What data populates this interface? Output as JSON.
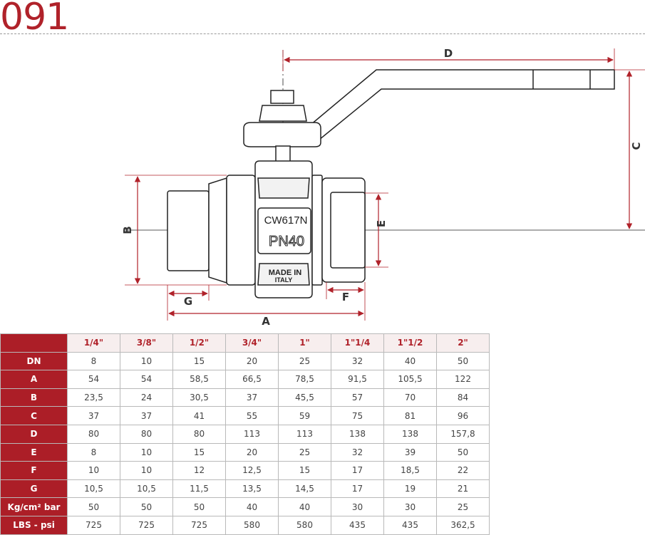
{
  "header": {
    "code": "091"
  },
  "drawing": {
    "material_mark": "CW617N",
    "pressure_mark": "PN40",
    "origin_mark_line1": "MADE IN",
    "origin_mark_line2": "ITALY",
    "dimension_labels": {
      "a": "A",
      "b": "B",
      "c": "C",
      "d": "D",
      "e": "E",
      "f": "F",
      "g": "G"
    },
    "colors": {
      "dimension": "#b0222a",
      "outline": "#222222",
      "accent": "#b0222a"
    }
  },
  "specs_table": {
    "columns": [
      "1/4\"",
      "3/8\"",
      "1/2\"",
      "3/4\"",
      "1\"",
      "1\"1/4",
      "1\"1/2",
      "2\""
    ],
    "rows": [
      {
        "label": "DN",
        "values": [
          "8",
          "10",
          "15",
          "20",
          "25",
          "32",
          "40",
          "50"
        ]
      },
      {
        "label": "A",
        "values": [
          "54",
          "54",
          "58,5",
          "66,5",
          "78,5",
          "91,5",
          "105,5",
          "122"
        ]
      },
      {
        "label": "B",
        "values": [
          "23,5",
          "24",
          "30,5",
          "37",
          "45,5",
          "57",
          "70",
          "84"
        ]
      },
      {
        "label": "C",
        "values": [
          "37",
          "37",
          "41",
          "55",
          "59",
          "75",
          "81",
          "96"
        ]
      },
      {
        "label": "D",
        "values": [
          "80",
          "80",
          "80",
          "113",
          "113",
          "138",
          "138",
          "157,8"
        ]
      },
      {
        "label": "E",
        "values": [
          "8",
          "10",
          "15",
          "20",
          "25",
          "32",
          "39",
          "50"
        ]
      },
      {
        "label": "F",
        "values": [
          "10",
          "10",
          "12",
          "12,5",
          "15",
          "17",
          "18,5",
          "22"
        ]
      },
      {
        "label": "G",
        "values": [
          "10,5",
          "10,5",
          "11,5",
          "13,5",
          "14,5",
          "17",
          "19",
          "21"
        ]
      },
      {
        "label": "Kg/cm² bar",
        "values": [
          "50",
          "50",
          "50",
          "40",
          "40",
          "30",
          "30",
          "25"
        ]
      },
      {
        "label": "LBS - psi",
        "values": [
          "725",
          "725",
          "725",
          "580",
          "580",
          "435",
          "435",
          "362,5"
        ]
      }
    ]
  }
}
